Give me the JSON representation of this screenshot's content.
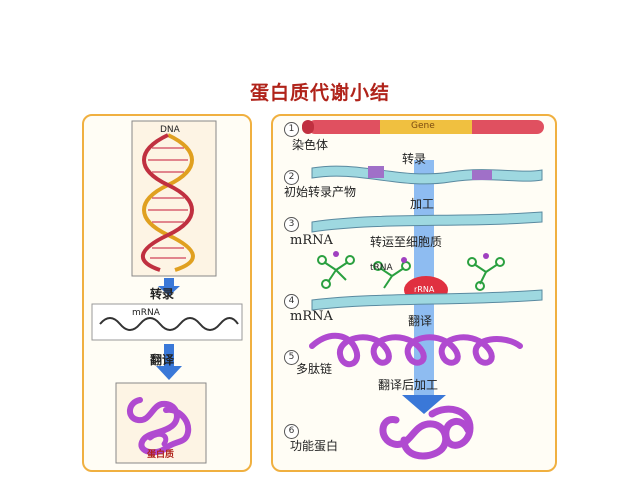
{
  "title": "蛋白质代谢小结",
  "left_panel": {
    "dna_label": "DNA",
    "transcription": "转录",
    "mrna_label": "mRNA",
    "translation": "翻译",
    "protein_label": "蛋白质"
  },
  "right_panel": {
    "steps": [
      {
        "num": "1",
        "label": "染色体"
      },
      {
        "num": "2",
        "label": "初始转录产物"
      },
      {
        "num": "3",
        "label": "mRNA"
      },
      {
        "num": "4",
        "label": "mRNA"
      },
      {
        "num": "5",
        "label": "多肽链"
      },
      {
        "num": "6",
        "label": "功能蛋白"
      }
    ],
    "gene_label": "Gene",
    "process_transcription": "转录",
    "process_processing": "加工",
    "process_transport": "转运至细胞质",
    "trna_label": "tRNA",
    "rrna_label": "rRNA",
    "process_translation": "翻译",
    "process_post_translation": "翻译后加工"
  },
  "colors": {
    "title": "#b0231a",
    "panel_border": "#f0b040",
    "arrow": "#3a78d8",
    "protein": "#b04ad0",
    "gene_bar": "#e05060",
    "gene_highlight": "#f0c040"
  }
}
